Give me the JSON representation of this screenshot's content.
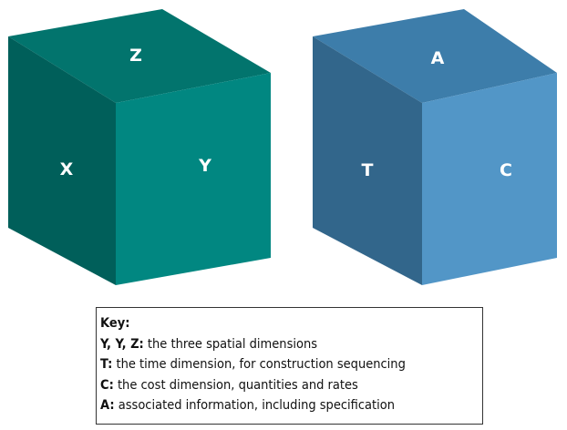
{
  "cubes": [
    {
      "top_label": "Z",
      "left_label": "X",
      "right_label": "Y",
      "colors": {
        "top": "#02746D",
        "left": "#005F5A",
        "right": "#018781"
      }
    },
    {
      "top_label": "A",
      "left_label": "T",
      "right_label": "C",
      "colors": {
        "top": "#3D7DAA",
        "left": "#32668B",
        "right": "#5296C7"
      }
    }
  ],
  "key": {
    "title": "Key:",
    "items": [
      {
        "term": "Y, Y, Z:",
        "text": " the three spatial dimensions"
      },
      {
        "term": "T:",
        "text": " the time dimension, for construction sequencing"
      },
      {
        "term": "C:",
        "text": " the cost dimension, quantities and rates"
      },
      {
        "term": "A:",
        "text": " associated information, including specification"
      }
    ]
  }
}
